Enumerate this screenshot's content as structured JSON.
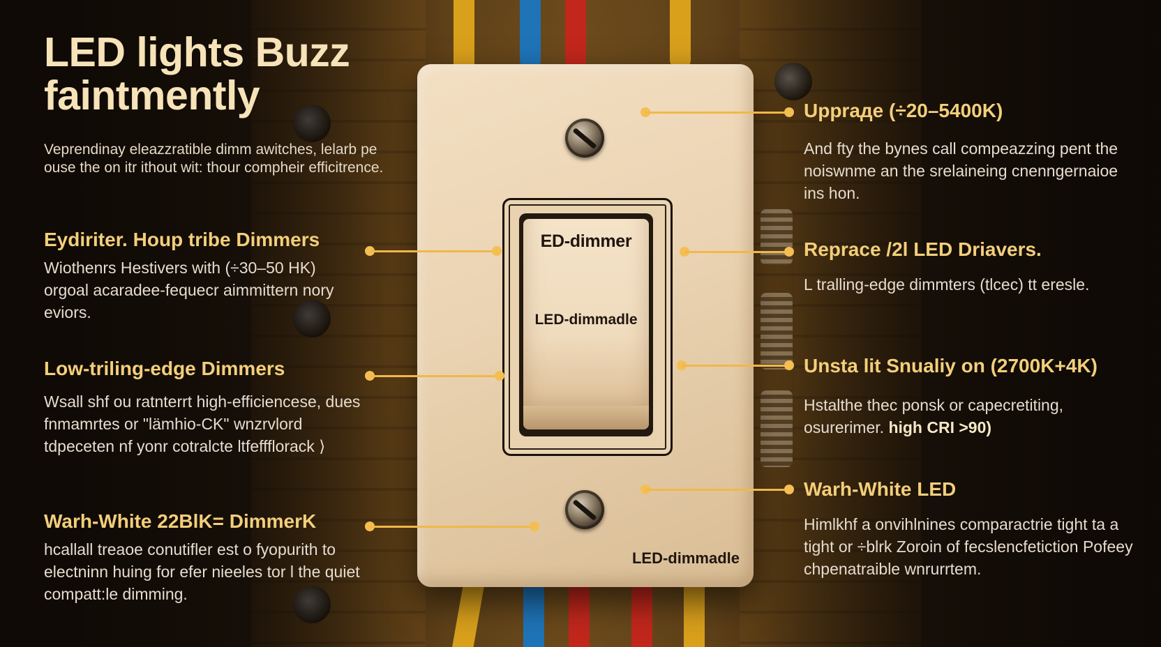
{
  "title": "LED lights Buzz faintmently",
  "intro": "Veprendinay eleazzratible dimm awitches, lelarb pe ouse the on itr ithout wit: thour compheir efficitrence.",
  "left_sections": [
    {
      "heading": "Eydiriter. Houp tribe Dimmers",
      "body": "Wiothenrs Hestivers with (÷30–50 HK) orgoal acaradee-fequecr aimmittern nory eviors."
    },
    {
      "heading": "Low-triling-edge Dimmers",
      "body": "Wsall shf ou ratnterrt high-efficiencese, dues fnmamrtes or \"lämhio-CK\" wnzrvlord tdpeceten nf yonr cotralcte ltfeffflorack ⟩"
    },
    {
      "heading": "Warh-White 22BlK= DimmerK",
      "body": "hcallall treaoe conutifler est o fyopurith to electninn huing for efer nieeles tor l the quiet compatt:le dimming."
    }
  ],
  "right_sections": [
    {
      "heading": "Uppraде (÷20–5400K)",
      "body": "And fty the bynes call compeazzing pent the noiswnme an the srelaineing cnenngernaioe ins hon."
    },
    {
      "heading": "Repracе /2l LED Driavers.",
      "body": "L tralling-edge dimmters (tlcec) tt eresle."
    },
    {
      "heading": "Unsta lit Snualiy on (2700K+4K)",
      "body": "Hstalthe thec ponsk or capecretiting, osurerimer.",
      "highlight": "high CRI >90)"
    },
    {
      "heading": "Warh-White LED",
      "body": "Himlkhf a onvihlnines comparactrie tight ta a tight or ÷blrk Zoroin of fecslencfetiction Pofeey chpenatraible wnrurrtem."
    }
  ],
  "switch": {
    "rocker_top_label": "ED-dimmer",
    "rocker_mid_label": "LED-dimmadle",
    "plate_label": "LED-dimmadle"
  },
  "colors": {
    "accent": "#f0b84a",
    "heading": "#f3cf7a",
    "title": "#f7e3b8",
    "plate": "#ead3b2"
  }
}
